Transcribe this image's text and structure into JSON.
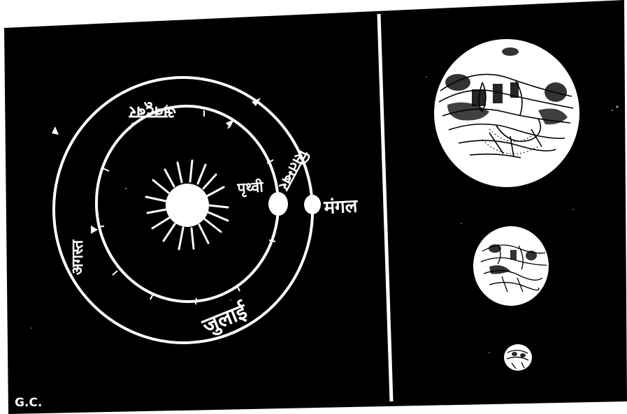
{
  "labels": {
    "mars": "मंगल",
    "earth": "पृथ्वी",
    "july": "जुलाई",
    "august": "अगस्त",
    "september": "सितम्बर",
    "october": "अक्टूबर",
    "credit": "G.C."
  },
  "colors": {
    "background": "#000000",
    "line": "#ffffff",
    "paper": "#ffffff"
  },
  "icons": {
    "sun": "sun-icon",
    "earth": "earth-dot",
    "mars": "mars-dot"
  }
}
